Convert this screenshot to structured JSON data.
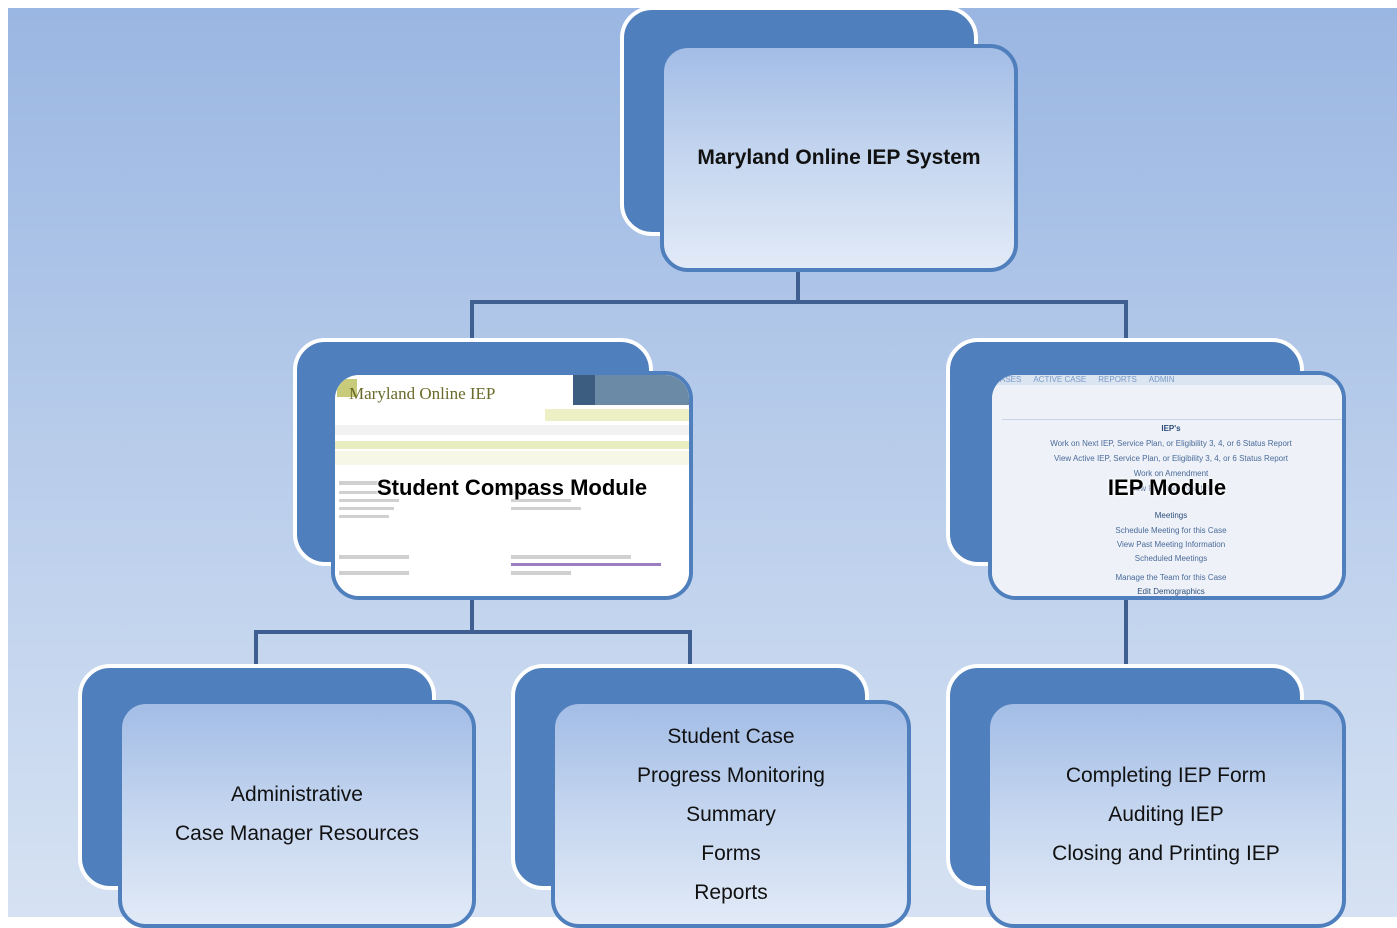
{
  "diagram": {
    "root": {
      "title": "Maryland Online IEP System"
    },
    "student_compass": {
      "title": "Student Compass Module",
      "screenshot": {
        "logo_text": "Maryland Online IEP"
      }
    },
    "iep_module": {
      "title": "IEP Module",
      "screenshot": {
        "nav": [
          "ASES",
          "ACTIVE CASE",
          "REPORTS",
          "ADMIN"
        ],
        "section_ieps": "IEP's",
        "lines": [
          "Work on Next IEP, Service Plan, or Eligibility 3, 4, or 6 Status Report",
          "View Active IEP, Service Plan, or Eligibility 3, 4, or 6 Status Report",
          "Work on Amendment",
          "View Pending, Past IEP",
          "Meetings",
          "Schedule Meeting for this Case",
          "View Past Meeting Information",
          "Scheduled Meetings",
          "Manage the Team for this Case",
          "Edit Demographics"
        ]
      }
    },
    "admin": {
      "lines": [
        "Administrative",
        "Case Manager Resources"
      ]
    },
    "student_case": {
      "lines": [
        "Student Case",
        "Progress Monitoring",
        "Summary",
        "Forms",
        "Reports"
      ]
    },
    "iep_tasks": {
      "lines": [
        "Completing IEP Form",
        "Auditing IEP",
        "Closing and Printing IEP"
      ]
    }
  },
  "colors": {
    "box_fill_dark": "#4f7fbc",
    "connector": "#3e5f8f",
    "background_top": "#9ab6e2",
    "background_bottom": "#d6e2f3"
  }
}
